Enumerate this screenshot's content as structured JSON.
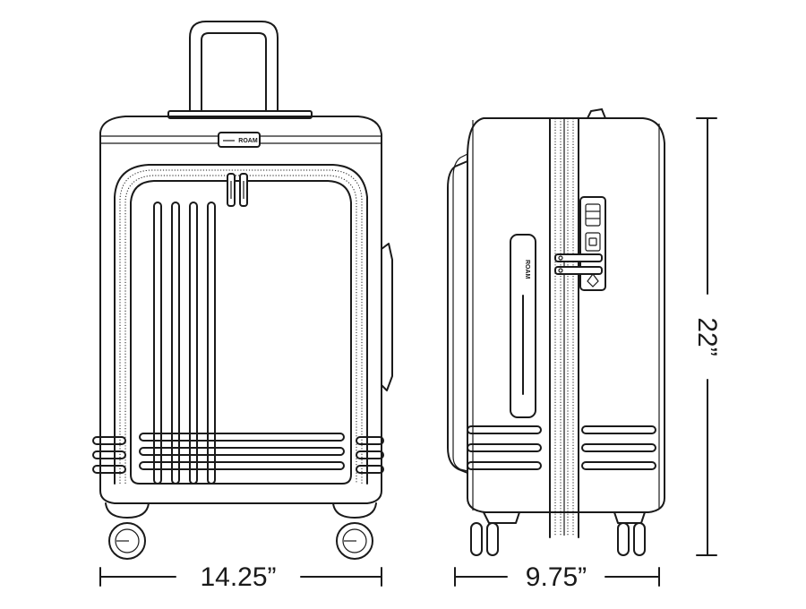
{
  "dimensions": {
    "width": "14.25”",
    "depth": "9.75”",
    "height": "22”"
  },
  "brand": {
    "logo_front": "ROAM",
    "logo_side": "ROAM"
  },
  "colors": {
    "line": "#1a1a1a",
    "background": "#ffffff"
  }
}
